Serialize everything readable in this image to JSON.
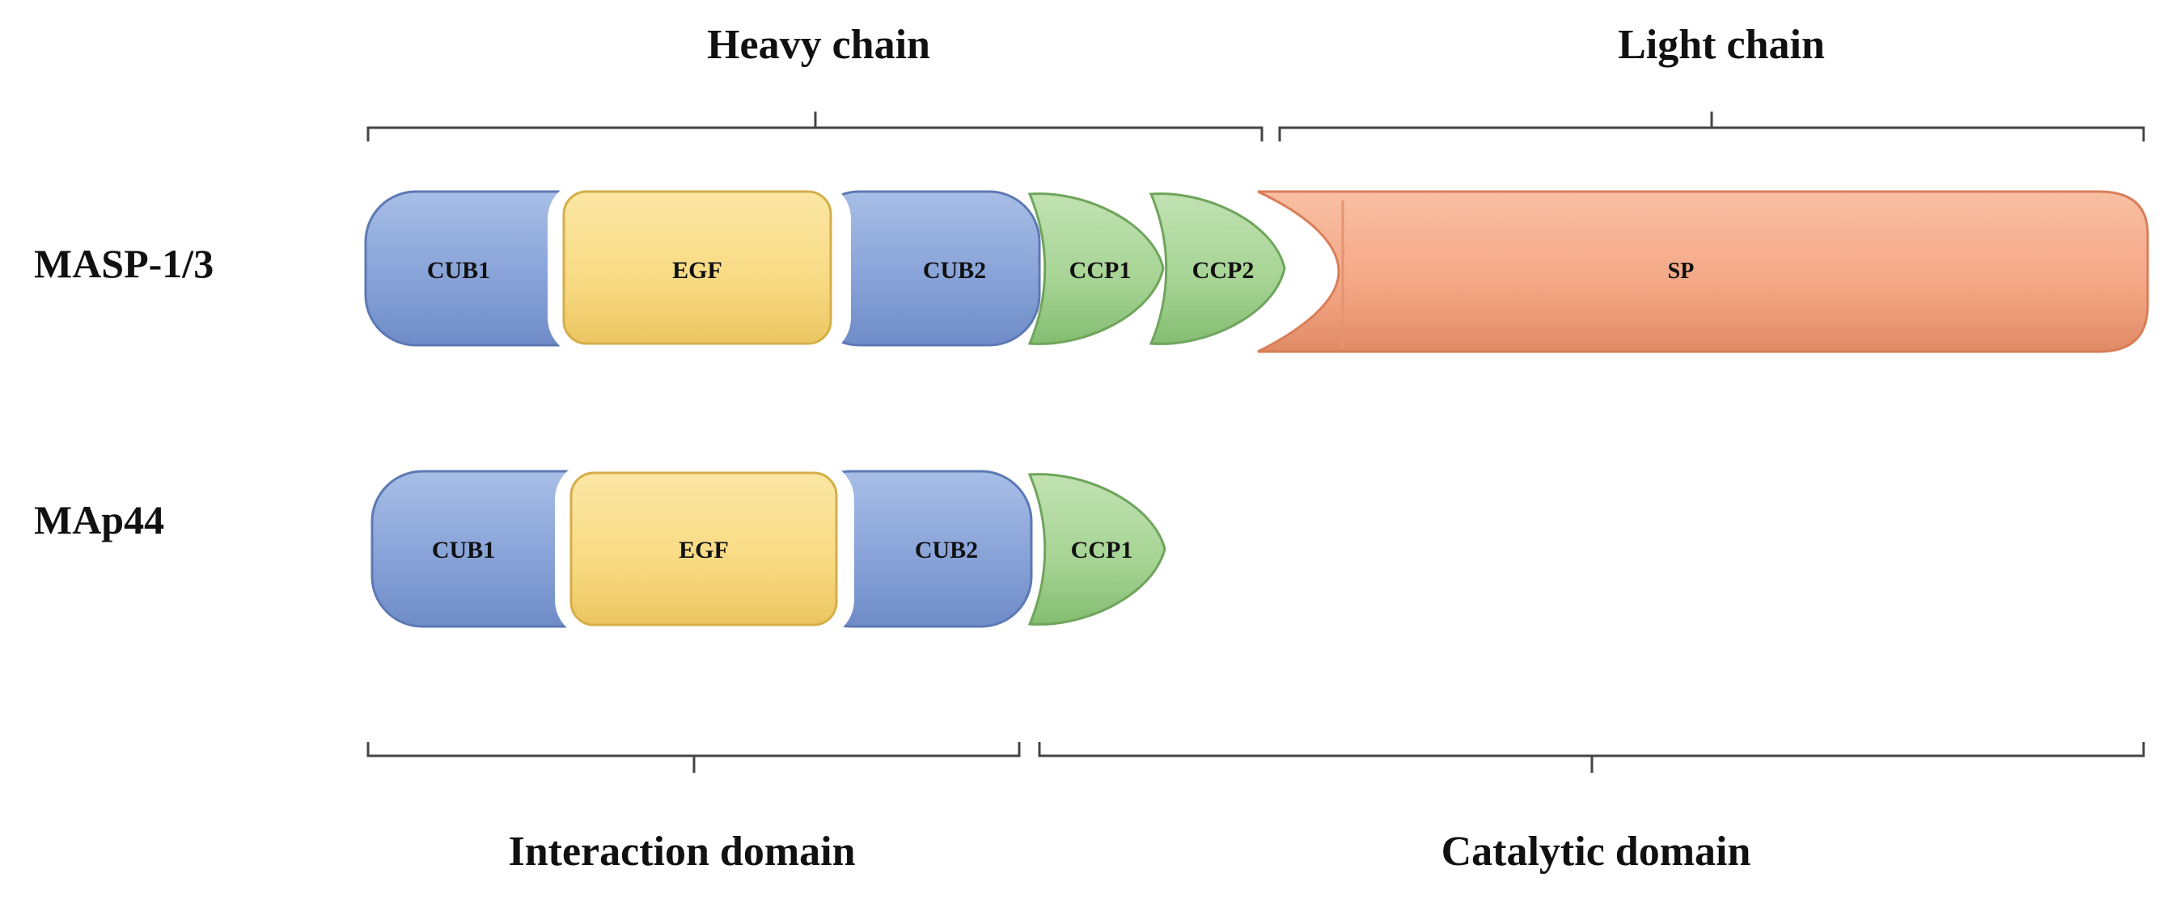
{
  "header": {
    "heavy_chain": "Heavy chain",
    "light_chain": "Light chain"
  },
  "rows": {
    "masp": {
      "label": "MASP-1/3",
      "cub1": "CUB1",
      "egf": "EGF",
      "cub2": "CUB2",
      "ccp1": "CCP1",
      "ccp2": "CCP2",
      "sp": "SP"
    },
    "map44": {
      "label": "MAp44",
      "cub1": "CUB1",
      "egf": "EGF",
      "cub2": "CUB2",
      "ccp1": "CCP1"
    }
  },
  "footer": {
    "interaction_domain": "Interaction domain",
    "catalytic_domain": "Catalytic domain"
  },
  "colors": {
    "cub": "#8FA9DA",
    "egf": "#F9DE8A",
    "ccp": "#A9D596",
    "sp": "#F5A987",
    "bracket": "#444444"
  }
}
